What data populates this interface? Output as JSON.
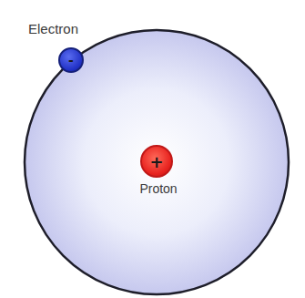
{
  "diagram": {
    "nodes": [
      {
        "text": [
          "Electron",
          "-"
        ]
      },
      {
        "text": [
          "+",
          "Proton"
        ]
      }
    ]
  }
}
